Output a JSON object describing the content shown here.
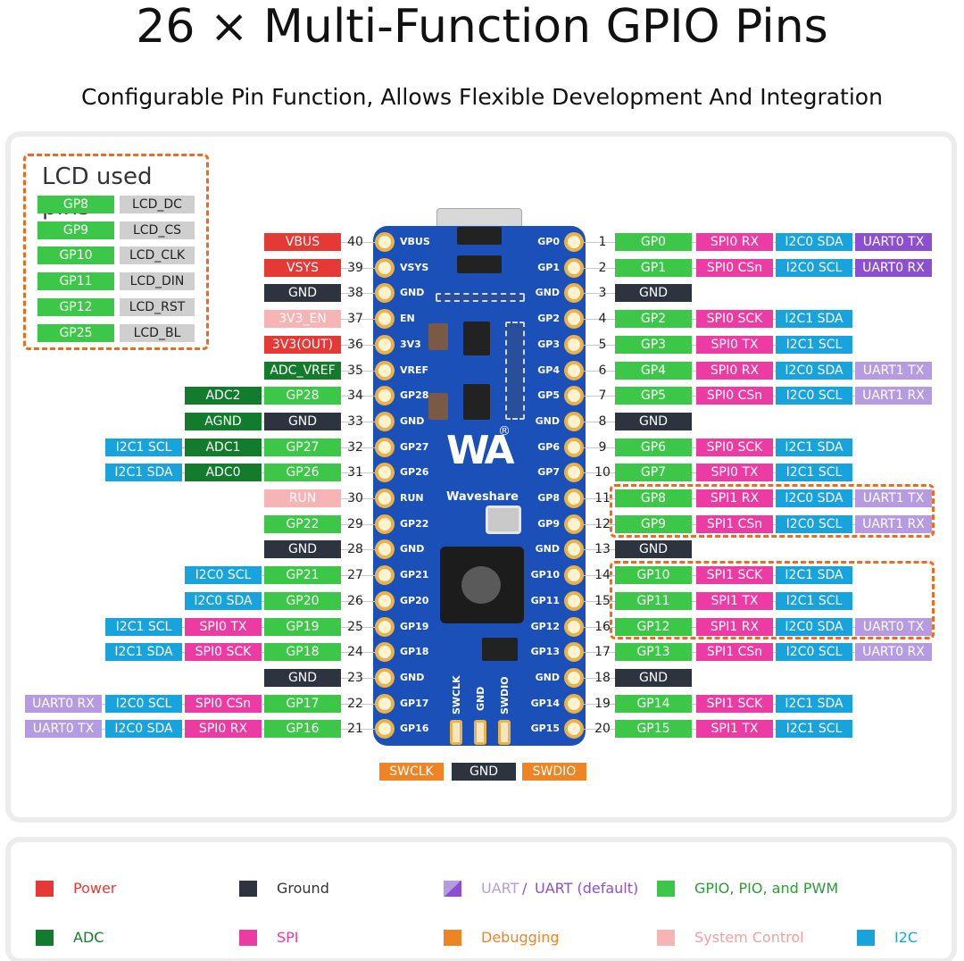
{
  "title": "26 × Multi-Function GPIO Pins",
  "subtitle": "Configurable Pin Function, Allows Flexible Development And Integration",
  "colors": {
    "power": "#e53935",
    "ground": "#2d3440",
    "uart": "#8c4fcf",
    "uart_default": "#b79be0",
    "gpio": "#3dc748",
    "adc": "#137b2c",
    "spi": "#ec3ca3",
    "i2c": "#19a3dc",
    "debug": "#ef8424",
    "system": "#f6b4b4"
  },
  "lcd": {
    "title": "LCD used pins",
    "rows": [
      {
        "gp": "GP8",
        "fn": "LCD_DC"
      },
      {
        "gp": "GP9",
        "fn": "LCD_CS"
      },
      {
        "gp": "GP10",
        "fn": "LCD_CLK"
      },
      {
        "gp": "GP11",
        "fn": "LCD_DIN"
      },
      {
        "gp": "GP12",
        "fn": "LCD_RST"
      },
      {
        "gp": "GP25",
        "fn": "LCD_BL"
      }
    ]
  },
  "left_pins": [
    {
      "num": "40",
      "board": "VBUS",
      "tags": [
        {
          "t": "VBUS",
          "c": "power"
        }
      ]
    },
    {
      "num": "39",
      "board": "VSYS",
      "tags": [
        {
          "t": "VSYS",
          "c": "power"
        }
      ]
    },
    {
      "num": "38",
      "board": "GND",
      "tags": [
        {
          "t": "GND",
          "c": "ground"
        }
      ]
    },
    {
      "num": "37",
      "board": "EN",
      "tags": [
        {
          "t": "3V3_EN",
          "c": "system"
        }
      ]
    },
    {
      "num": "36",
      "board": "3V3",
      "tags": [
        {
          "t": "3V3(OUT)",
          "c": "power"
        }
      ]
    },
    {
      "num": "35",
      "board": "VREF",
      "tags": [
        {
          "t": "ADC_VREF",
          "c": "adc"
        }
      ]
    },
    {
      "num": "34",
      "board": "GP28",
      "tags": [
        {
          "t": "GP28",
          "c": "gpio"
        },
        {
          "t": "ADC2",
          "c": "adc"
        }
      ]
    },
    {
      "num": "33",
      "board": "GND",
      "tags": [
        {
          "t": "GND",
          "c": "ground"
        },
        {
          "t": "AGND",
          "c": "adc"
        }
      ]
    },
    {
      "num": "32",
      "board": "GP27",
      "tags": [
        {
          "t": "GP27",
          "c": "gpio"
        },
        {
          "t": "ADC1",
          "c": "adc"
        },
        {
          "t": "I2C1 SCL",
          "c": "i2c"
        }
      ]
    },
    {
      "num": "31",
      "board": "GP26",
      "tags": [
        {
          "t": "GP26",
          "c": "gpio"
        },
        {
          "t": "ADC0",
          "c": "adc"
        },
        {
          "t": "I2C1 SDA",
          "c": "i2c"
        }
      ]
    },
    {
      "num": "30",
      "board": "RUN",
      "tags": [
        {
          "t": "RUN",
          "c": "system"
        }
      ]
    },
    {
      "num": "29",
      "board": "GP22",
      "tags": [
        {
          "t": "GP22",
          "c": "gpio"
        }
      ]
    },
    {
      "num": "28",
      "board": "GND",
      "tags": [
        {
          "t": "GND",
          "c": "ground"
        }
      ]
    },
    {
      "num": "27",
      "board": "GP21",
      "tags": [
        {
          "t": "GP21",
          "c": "gpio"
        },
        {
          "t": "I2C0 SCL",
          "c": "i2c"
        }
      ]
    },
    {
      "num": "26",
      "board": "GP20",
      "tags": [
        {
          "t": "GP20",
          "c": "gpio"
        },
        {
          "t": "I2C0 SDA",
          "c": "i2c"
        }
      ]
    },
    {
      "num": "25",
      "board": "GP19",
      "tags": [
        {
          "t": "GP19",
          "c": "gpio"
        },
        {
          "t": "SPI0 TX",
          "c": "spi"
        },
        {
          "t": "I2C1 SCL",
          "c": "i2c"
        }
      ]
    },
    {
      "num": "24",
      "board": "GP18",
      "tags": [
        {
          "t": "GP18",
          "c": "gpio"
        },
        {
          "t": "SPI0 SCK",
          "c": "spi"
        },
        {
          "t": "I2C1 SDA",
          "c": "i2c"
        }
      ]
    },
    {
      "num": "23",
      "board": "GND",
      "tags": [
        {
          "t": "GND",
          "c": "ground"
        }
      ]
    },
    {
      "num": "22",
      "board": "GP17",
      "tags": [
        {
          "t": "GP17",
          "c": "gpio"
        },
        {
          "t": "SPI0 CSn",
          "c": "spi"
        },
        {
          "t": "I2C0 SCL",
          "c": "i2c"
        },
        {
          "t": "UART0 RX",
          "c": "uart_default"
        }
      ]
    },
    {
      "num": "21",
      "board": "GP16",
      "tags": [
        {
          "t": "GP16",
          "c": "gpio"
        },
        {
          "t": "SPI0 RX",
          "c": "spi"
        },
        {
          "t": "I2C0 SDA",
          "c": "i2c"
        },
        {
          "t": "UART0 TX",
          "c": "uart_default"
        }
      ]
    }
  ],
  "right_pins": [
    {
      "num": "1",
      "board": "GP0",
      "tags": [
        {
          "t": "GP0",
          "c": "gpio"
        },
        {
          "t": "SPI0 RX",
          "c": "spi"
        },
        {
          "t": "I2C0 SDA",
          "c": "i2c"
        },
        {
          "t": "UART0 TX",
          "c": "uart"
        }
      ]
    },
    {
      "num": "2",
      "board": "GP1",
      "tags": [
        {
          "t": "GP1",
          "c": "gpio"
        },
        {
          "t": "SPI0 CSn",
          "c": "spi"
        },
        {
          "t": "I2C0 SCL",
          "c": "i2c"
        },
        {
          "t": "UART0 RX",
          "c": "uart"
        }
      ]
    },
    {
      "num": "3",
      "board": "GND",
      "tags": [
        {
          "t": "GND",
          "c": "ground"
        }
      ]
    },
    {
      "num": "4",
      "board": "GP2",
      "tags": [
        {
          "t": "GP2",
          "c": "gpio"
        },
        {
          "t": "SPI0 SCK",
          "c": "spi"
        },
        {
          "t": "I2C1 SDA",
          "c": "i2c"
        }
      ]
    },
    {
      "num": "5",
      "board": "GP3",
      "tags": [
        {
          "t": "GP3",
          "c": "gpio"
        },
        {
          "t": "SPI0 TX",
          "c": "spi"
        },
        {
          "t": "I2C1 SCL",
          "c": "i2c"
        }
      ]
    },
    {
      "num": "6",
      "board": "GP4",
      "tags": [
        {
          "t": "GP4",
          "c": "gpio"
        },
        {
          "t": "SPI0 RX",
          "c": "spi"
        },
        {
          "t": "I2C0 SDA",
          "c": "i2c"
        },
        {
          "t": "UART1 TX",
          "c": "uart_default"
        }
      ]
    },
    {
      "num": "7",
      "board": "GP5",
      "tags": [
        {
          "t": "GP5",
          "c": "gpio"
        },
        {
          "t": "SPI0 CSn",
          "c": "spi"
        },
        {
          "t": "I2C0 SCL",
          "c": "i2c"
        },
        {
          "t": "UART1 RX",
          "c": "uart_default"
        }
      ]
    },
    {
      "num": "8",
      "board": "GND",
      "tags": [
        {
          "t": "GND",
          "c": "ground"
        }
      ]
    },
    {
      "num": "9",
      "board": "GP6",
      "tags": [
        {
          "t": "GP6",
          "c": "gpio"
        },
        {
          "t": "SPI0 SCK",
          "c": "spi"
        },
        {
          "t": "I2C1 SDA",
          "c": "i2c"
        }
      ]
    },
    {
      "num": "10",
      "board": "GP7",
      "tags": [
        {
          "t": "GP7",
          "c": "gpio"
        },
        {
          "t": "SPI0 TX",
          "c": "spi"
        },
        {
          "t": "I2C1 SCL",
          "c": "i2c"
        }
      ]
    },
    {
      "num": "11",
      "board": "GP8",
      "tags": [
        {
          "t": "GP8",
          "c": "gpio"
        },
        {
          "t": "SPI1 RX",
          "c": "spi"
        },
        {
          "t": "I2C0 SDA",
          "c": "i2c"
        },
        {
          "t": "UART1 TX",
          "c": "uart_default"
        }
      ]
    },
    {
      "num": "12",
      "board": "GP9",
      "tags": [
        {
          "t": "GP9",
          "c": "gpio"
        },
        {
          "t": "SPI1 CSn",
          "c": "spi"
        },
        {
          "t": "I2C0 SCL",
          "c": "i2c"
        },
        {
          "t": "UART1 RX",
          "c": "uart_default"
        }
      ]
    },
    {
      "num": "13",
      "board": "GND",
      "tags": [
        {
          "t": "GND",
          "c": "ground"
        }
      ]
    },
    {
      "num": "14",
      "board": "GP10",
      "tags": [
        {
          "t": "GP10",
          "c": "gpio"
        },
        {
          "t": "SPI1 SCK",
          "c": "spi"
        },
        {
          "t": "I2C1 SDA",
          "c": "i2c"
        }
      ]
    },
    {
      "num": "15",
      "board": "GP11",
      "tags": [
        {
          "t": "GP11",
          "c": "gpio"
        },
        {
          "t": "SPI1 TX",
          "c": "spi"
        },
        {
          "t": "I2C1 SCL",
          "c": "i2c"
        }
      ]
    },
    {
      "num": "16",
      "board": "GP12",
      "tags": [
        {
          "t": "GP12",
          "c": "gpio"
        },
        {
          "t": "SPI1 RX",
          "c": "spi"
        },
        {
          "t": "I2C0 SDA",
          "c": "i2c"
        },
        {
          "t": "UART0 TX",
          "c": "uart_default"
        }
      ]
    },
    {
      "num": "17",
      "board": "GP13",
      "tags": [
        {
          "t": "GP13",
          "c": "gpio"
        },
        {
          "t": "SPI1 CSn",
          "c": "spi"
        },
        {
          "t": "I2C0 SCL",
          "c": "i2c"
        },
        {
          "t": "UART0 RX",
          "c": "uart_default"
        }
      ]
    },
    {
      "num": "18",
      "board": "GND",
      "tags": [
        {
          "t": "GND",
          "c": "ground"
        }
      ]
    },
    {
      "num": "19",
      "board": "GP14",
      "tags": [
        {
          "t": "GP14",
          "c": "gpio"
        },
        {
          "t": "SPI1 SCK",
          "c": "spi"
        },
        {
          "t": "I2C1 SDA",
          "c": "i2c"
        }
      ]
    },
    {
      "num": "20",
      "board": "GP15",
      "tags": [
        {
          "t": "GP15",
          "c": "gpio"
        },
        {
          "t": "SPI1 TX",
          "c": "spi"
        },
        {
          "t": "I2C1 SCL",
          "c": "i2c"
        }
      ]
    }
  ],
  "board": {
    "brand": "Waveshare",
    "logo": "WA",
    "reg": "®",
    "debug_pads": [
      "SWCLK",
      "GND",
      "SWDIO"
    ]
  },
  "debug_tags": [
    {
      "t": "SWCLK",
      "c": "debug"
    },
    {
      "t": "GND",
      "c": "ground"
    },
    {
      "t": "SWDIO",
      "c": "debug"
    }
  ],
  "legend": [
    {
      "label": "Power",
      "c": "power",
      "text_color": "#e53935"
    },
    {
      "label": "Ground",
      "c": "ground",
      "text_color": "#333333"
    },
    {
      "label": "UART",
      "label2": "UART (default)",
      "c": "uart",
      "text_color": "#8c4fcf"
    },
    {
      "label": "GPIO, PIO, and PWM",
      "c": "gpio",
      "text_color": "#2c9b38"
    },
    {
      "label": "ADC",
      "c": "adc",
      "text_color": "#137b2c"
    },
    {
      "label": "SPI",
      "c": "spi",
      "text_color": "#ec3ca3"
    },
    {
      "label": "Debugging",
      "c": "debug",
      "text_color": "#ef8424"
    },
    {
      "label": "System Control",
      "c": "system",
      "text_color": "#f0a0a0"
    },
    {
      "label": "I2C",
      "c": "i2c",
      "text_color": "#19a3dc"
    }
  ]
}
